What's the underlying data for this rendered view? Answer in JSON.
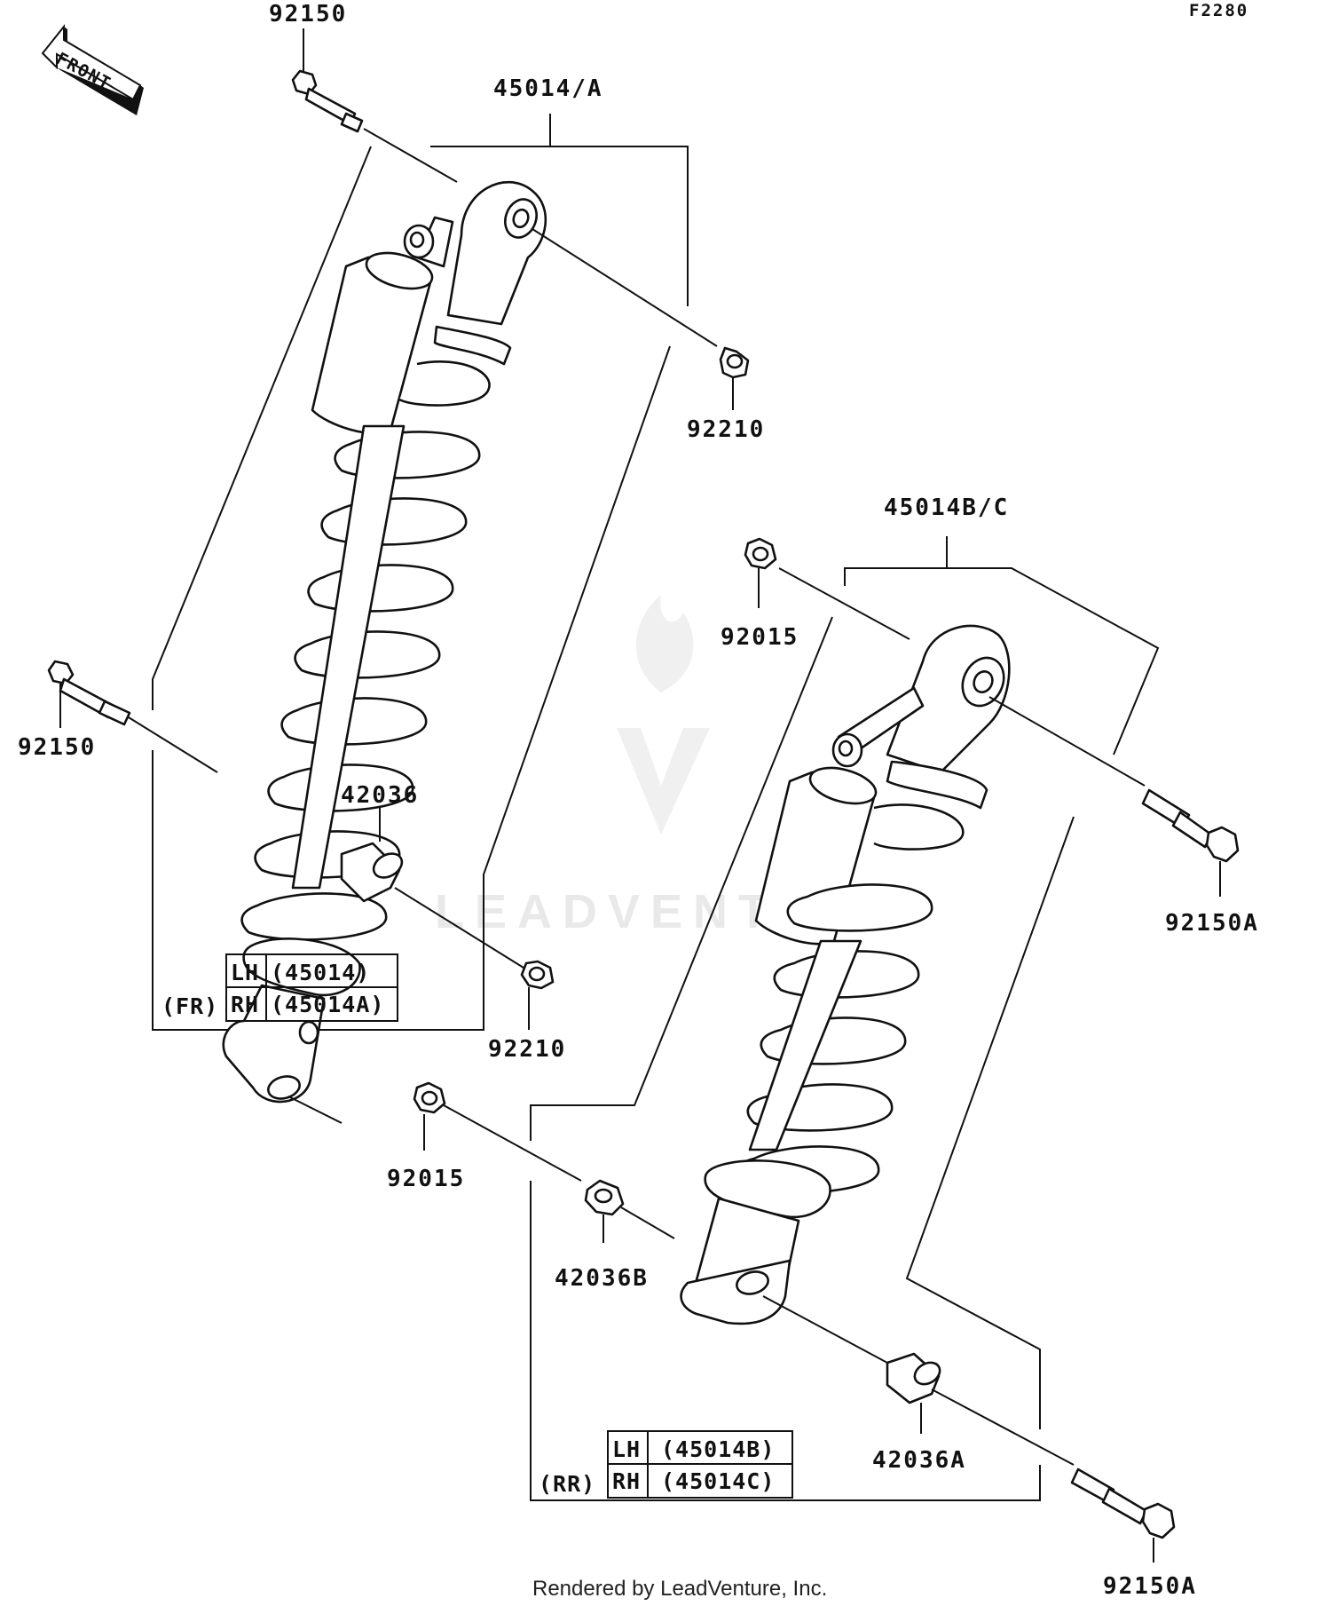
{
  "figure_code": "F2280",
  "front_label": "FRONT",
  "watermark": "LEADVENTURE",
  "footer": "Rendered by LeadVenture, Inc.",
  "callouts": {
    "bolt_top_front": "92150",
    "shock_front": "45014/A",
    "nut_front_upper": "92210",
    "bolt_front_lower": "92150",
    "collar_front": "42036",
    "nut_front_lower": "92210",
    "shock_rear": "45014B/C",
    "nut_rear_upper": "92015",
    "bolt_rear_upper": "92150A",
    "nut_rear_lower": "92015",
    "collar_rear_b": "42036B",
    "collar_rear_a": "42036A",
    "bolt_rear_lower": "92150A"
  },
  "front_table": {
    "group": "(FR)",
    "rows": [
      {
        "side": "LH",
        "part": "(45014)"
      },
      {
        "side": "RH",
        "part": "(45014A)"
      }
    ]
  },
  "rear_table": {
    "group": "(RR)",
    "rows": [
      {
        "side": "LH",
        "part": "(45014B)"
      },
      {
        "side": "RH",
        "part": "(45014C)"
      }
    ]
  }
}
